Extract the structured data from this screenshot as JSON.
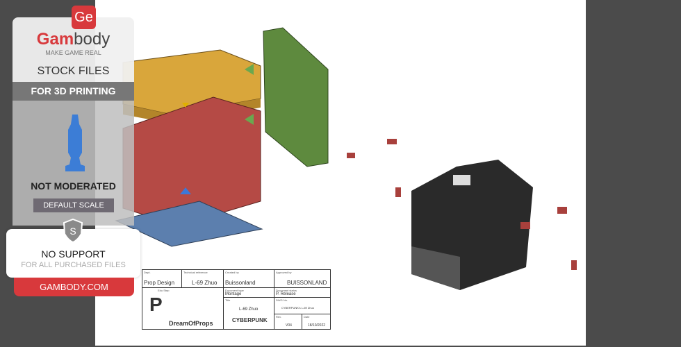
{
  "promo": {
    "logo": "Ge",
    "brand_a": "Gam",
    "brand_b": "body",
    "tagline": "MAKE GAME REAL",
    "stock": "STOCK FILES",
    "printing": "FOR 3D PRINTING",
    "moderated": "NOT MODERATED",
    "scale": "DEFAULT SCALE",
    "support_icon": "S",
    "no_support": "NO SUPPORT",
    "support_note": "FOR ALL PURCHASED FILES",
    "site": "GAMBODY.COM"
  },
  "title_block": {
    "dept_label": "Dept.",
    "dept": "Prop Design",
    "tech_ref_label": "Technical reference",
    "tech_ref": "L-69 Zhuo",
    "created_label": "Created by",
    "created": "Buissonland",
    "approved_label": "Approved by",
    "approved": "BUISSONLAND",
    "copy_label": "Edu Step",
    "company": "DreamOfProps",
    "doctype_label": "Document type",
    "doctype": "Montage",
    "status_label": "Document status",
    "status": "P. Release",
    "title_label": "Title",
    "title1": "L-69 Zhuo",
    "title2": "CYBERPUNK",
    "dwg_label": "DWG No.",
    "dwg": "CYBERPUNK's L-69 Zhuo",
    "rev_label": "Rev.",
    "rev": "V04",
    "date_label": "Date",
    "date": "18/10/2022"
  },
  "colors": {
    "brand": "#d8393c",
    "yellow": "#d9a63b",
    "red": "#b54a45",
    "green": "#5e8a3e",
    "blue": "#5c7fae",
    "black": "#2a2a2a"
  }
}
